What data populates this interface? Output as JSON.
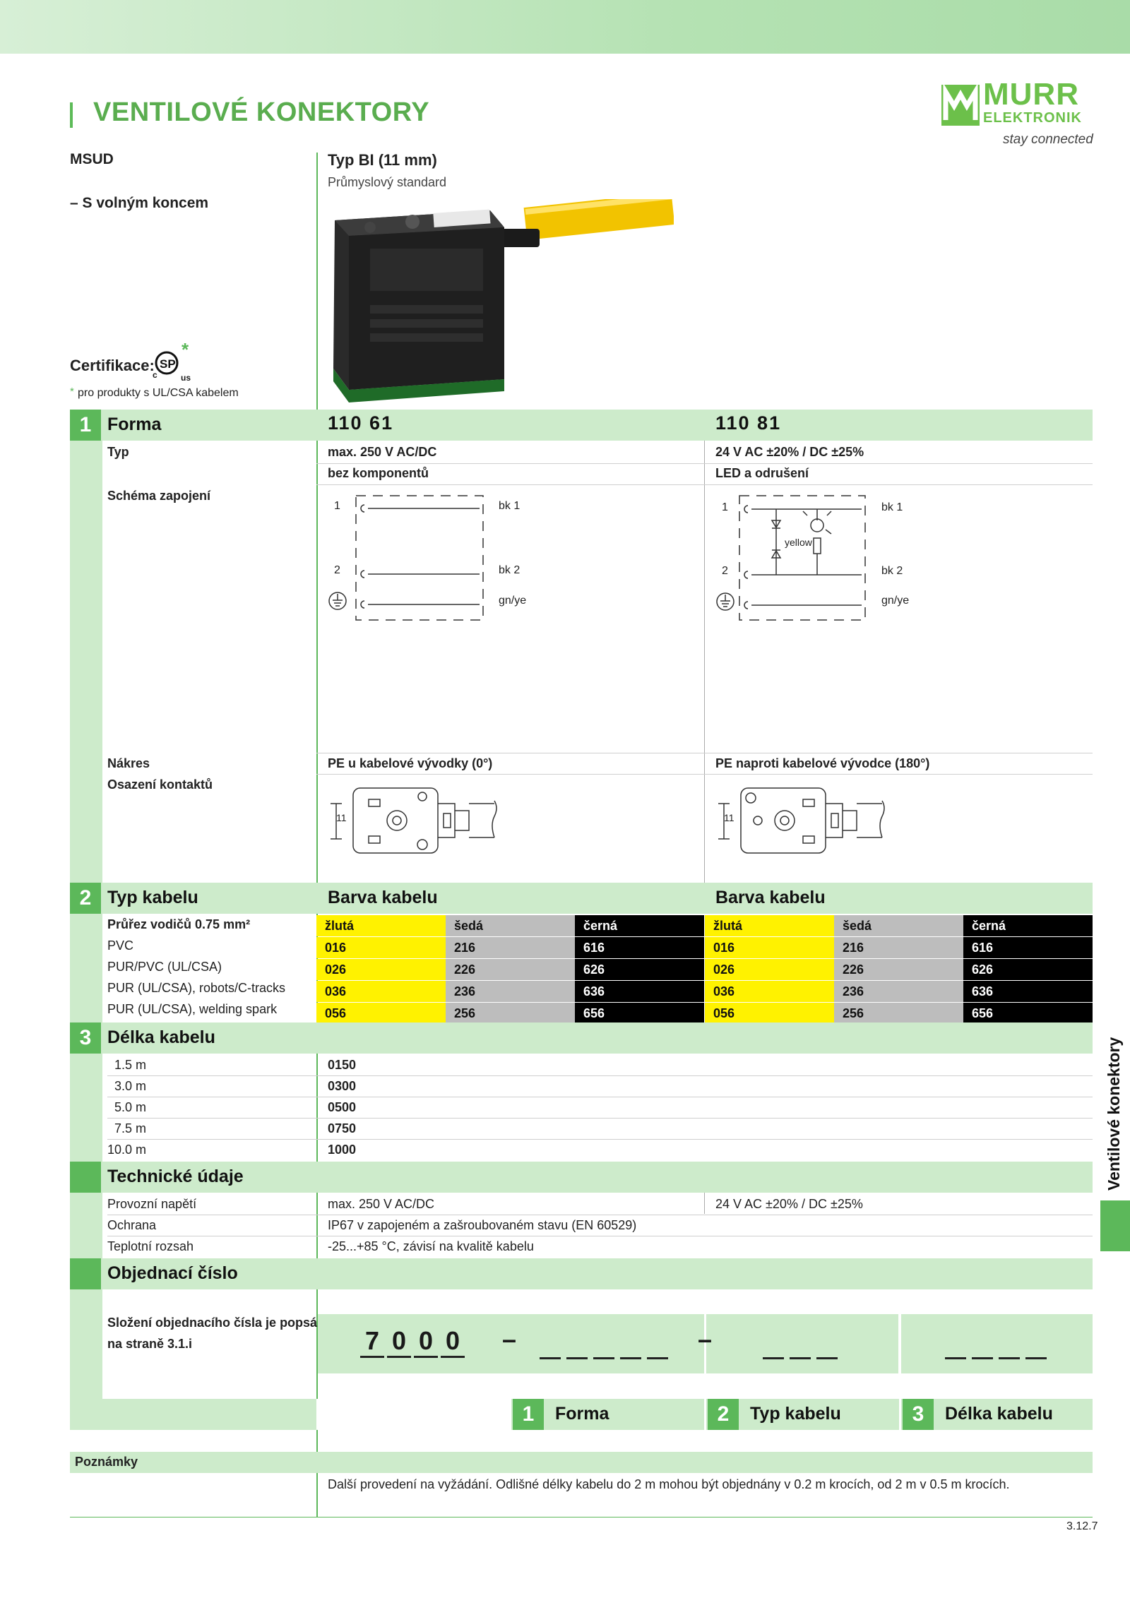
{
  "header": {
    "title": "VENTILOVÉ KONEKTORY",
    "brand_name": "MURR",
    "brand_sub": "ELEKTRONIK",
    "tagline": "stay connected"
  },
  "intro": {
    "series": "MSUD",
    "variant": "– S volným koncem",
    "type_title": "Typ BI (11 mm)",
    "type_subtitle": "Průmyslový standard",
    "cert_label": "Certifikace:",
    "cert_star": "*",
    "cert_note_star": "*",
    "cert_note": "pro produkty s UL/CSA kabelem",
    "cert_c": "c",
    "cert_us": "us"
  },
  "section1": {
    "num": "1",
    "label": "Forma",
    "rows": {
      "typ": "Typ",
      "schema": "Schéma zapojení",
      "nakres": "Nákres",
      "osazeni": "Osazení kontaktů"
    },
    "col1": {
      "code": "110 61",
      "typ1": "max. 250 V AC/DC",
      "typ2": "bez komponentů",
      "nakres": "PE u kabelové vývodky (0°)",
      "pin1": "1",
      "pin2": "2",
      "out1": "bk 1",
      "out2": "bk 2",
      "out3": "gn/ye",
      "dim": "11"
    },
    "col2": {
      "code": "110 81",
      "typ1": "24 V AC ±20% / DC ±25%",
      "typ2": "LED a odrušení",
      "nakres": "PE naproti kabelové vývodce (180°)",
      "pin1": "1",
      "pin2": "2",
      "out1": "bk 1",
      "out2": "bk 2",
      "out3": "gn/ye",
      "led": "yellow",
      "dim": "11"
    }
  },
  "section2": {
    "num": "2",
    "label": "Typ kabelu",
    "color_header": "Barva kabelu",
    "colors": [
      "žlutá",
      "šedá",
      "černá"
    ],
    "rows": [
      {
        "label": "Průřez vodičů 0.75 mm²",
        "header": true
      },
      {
        "label": "PVC",
        "codes": [
          "016",
          "216",
          "616"
        ]
      },
      {
        "label": "PUR/PVC (UL/CSA)",
        "codes": [
          "026",
          "226",
          "626"
        ]
      },
      {
        "label": "PUR (UL/CSA), robots/C-tracks",
        "codes": [
          "036",
          "236",
          "636"
        ]
      },
      {
        "label": "PUR (UL/CSA), welding spark",
        "codes": [
          "056",
          "256",
          "656"
        ]
      }
    ]
  },
  "section3": {
    "num": "3",
    "label": "Délka kabelu",
    "rows": [
      {
        "label": "1.5 m",
        "code": "0150"
      },
      {
        "label": "3.0 m",
        "code": "0300"
      },
      {
        "label": "5.0 m",
        "code": "0500"
      },
      {
        "label": "7.5 m",
        "code": "0750"
      },
      {
        "label": "10.0 m",
        "code": "1000"
      }
    ]
  },
  "tech": {
    "label": "Technické údaje",
    "voltage_label": "Provozní napětí",
    "voltage_col1": "max. 250 V AC/DC",
    "voltage_col2": "24 V AC ±20% / DC ±25%",
    "protection_label": "Ochrana",
    "protection": "IP67 v zapojeném a zašroubovaném stavu (EN 60529)",
    "temp_label": "Teplotní rozsah",
    "temp": "-25...+85 °C, závisí na kvalitě kabelu"
  },
  "order": {
    "label": "Objednací číslo",
    "desc1": "Složení objednacího čísla je popsáno",
    "desc2": "na straně 3.1.i",
    "digits": [
      "7",
      "0",
      "0",
      "0"
    ],
    "sep": "–",
    "legend": [
      {
        "num": "1",
        "label": "Forma"
      },
      {
        "num": "2",
        "label": "Typ kabelu"
      },
      {
        "num": "3",
        "label": "Délka kabelu"
      }
    ]
  },
  "notes": {
    "label": "Poznámky",
    "text": "Další provedení na vyžádání. Odlišné délky kabelu do 2 m mohou být objednány v 0.2 m krocích, od 2 m v 0.5 m krocích."
  },
  "footer": {
    "page": "3.12.7",
    "side_tab": "Ventilové konektory"
  }
}
